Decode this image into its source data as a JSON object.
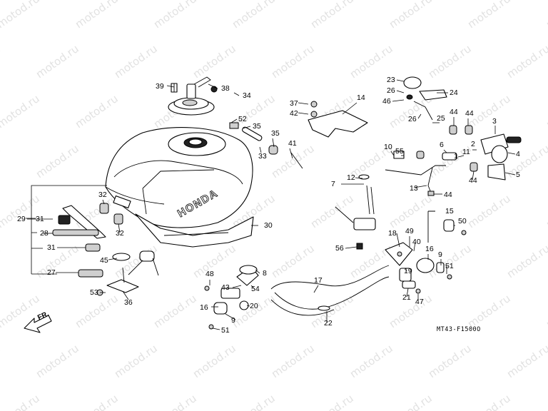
{
  "diagram_code": "MT43-F1500O",
  "brand_mark": "HONDA",
  "direction_label": "FR.",
  "watermark_text": "motod.ru",
  "callouts": [
    {
      "id": "c39",
      "label": "39"
    },
    {
      "id": "c38",
      "label": "38"
    },
    {
      "id": "c34",
      "label": "34"
    },
    {
      "id": "c52",
      "label": "52"
    },
    {
      "id": "c35a",
      "label": "35"
    },
    {
      "id": "c35b",
      "label": "35"
    },
    {
      "id": "c33",
      "label": "33"
    },
    {
      "id": "c41",
      "label": "41"
    },
    {
      "id": "c37",
      "label": "37"
    },
    {
      "id": "c42",
      "label": "42"
    },
    {
      "id": "c14",
      "label": "14"
    },
    {
      "id": "c23",
      "label": "23"
    },
    {
      "id": "c26a",
      "label": "26"
    },
    {
      "id": "c24",
      "label": "24"
    },
    {
      "id": "c46",
      "label": "46"
    },
    {
      "id": "c25",
      "label": "25"
    },
    {
      "id": "c26b",
      "label": "26"
    },
    {
      "id": "c44a",
      "label": "44"
    },
    {
      "id": "c44b",
      "label": "44"
    },
    {
      "id": "c3",
      "label": "3"
    },
    {
      "id": "c10",
      "label": "10"
    },
    {
      "id": "c55",
      "label": "55"
    },
    {
      "id": "c6",
      "label": "6"
    },
    {
      "id": "c1",
      "label": "1"
    },
    {
      "id": "c11",
      "label": "11"
    },
    {
      "id": "c2",
      "label": "2"
    },
    {
      "id": "c4",
      "label": "4"
    },
    {
      "id": "c44c",
      "label": "44"
    },
    {
      "id": "c5",
      "label": "5"
    },
    {
      "id": "c12",
      "label": "12"
    },
    {
      "id": "c7",
      "label": "7"
    },
    {
      "id": "c13",
      "label": "13"
    },
    {
      "id": "c44d",
      "label": "44"
    },
    {
      "id": "c29",
      "label": "29"
    },
    {
      "id": "c31a",
      "label": "31"
    },
    {
      "id": "c28",
      "label": "28"
    },
    {
      "id": "c31b",
      "label": "31"
    },
    {
      "id": "c27",
      "label": "27"
    },
    {
      "id": "c45",
      "label": "45"
    },
    {
      "id": "c53",
      "label": "53"
    },
    {
      "id": "c36",
      "label": "36"
    },
    {
      "id": "c32a",
      "label": "32"
    },
    {
      "id": "c32b",
      "label": "32"
    },
    {
      "id": "c30",
      "label": "30"
    },
    {
      "id": "c56",
      "label": "56"
    },
    {
      "id": "c15",
      "label": "15"
    },
    {
      "id": "c50",
      "label": "50"
    },
    {
      "id": "c18",
      "label": "18"
    },
    {
      "id": "c49",
      "label": "49"
    },
    {
      "id": "c40",
      "label": "40"
    },
    {
      "id": "c16a",
      "label": "16"
    },
    {
      "id": "c9a",
      "label": "9"
    },
    {
      "id": "c51a",
      "label": "51"
    },
    {
      "id": "c19",
      "label": "19"
    },
    {
      "id": "c21",
      "label": "21"
    },
    {
      "id": "c47",
      "label": "47"
    },
    {
      "id": "c48",
      "label": "48"
    },
    {
      "id": "c8",
      "label": "8"
    },
    {
      "id": "c43",
      "label": "43"
    },
    {
      "id": "c54",
      "label": "54"
    },
    {
      "id": "c16b",
      "label": "16"
    },
    {
      "id": "c20",
      "label": "20"
    },
    {
      "id": "c9b",
      "label": "9"
    },
    {
      "id": "c51b",
      "label": "51"
    },
    {
      "id": "c17",
      "label": "17"
    },
    {
      "id": "c22",
      "label": "22"
    }
  ]
}
